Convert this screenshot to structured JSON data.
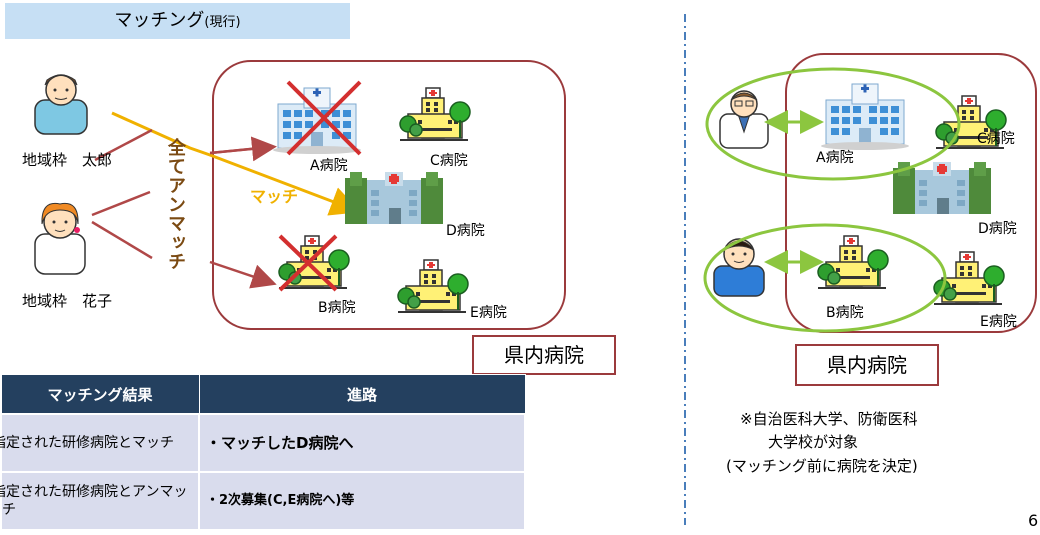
{
  "left": {
    "title_main": "マッチング",
    "title_sub": "(現行)",
    "persons": [
      {
        "label": "地域枠　太郎"
      },
      {
        "label": "地域枠　花子"
      }
    ],
    "vertical_label": "全てアンマッチ",
    "match_label": "マッチ",
    "hospitals": {
      "a": "A病院",
      "b": "B病院",
      "c": "C病院",
      "d": "D病院",
      "e": "E病院"
    },
    "prefectural_label": "県内病院",
    "table": {
      "headers": [
        "マッチング結果",
        "進路"
      ],
      "rows": [
        [
          "指定された研修病院とマッチ",
          "・マッチしたD病院へ"
        ],
        [
          "指定された研修病院とアンマッチ",
          "・2次募集(C,E病院へ)等"
        ]
      ]
    }
  },
  "right": {
    "hospitals": {
      "a": "A病院",
      "b": "B病院",
      "c": "C病院",
      "d": "D病院",
      "e": "E病院"
    },
    "prefectural_label": "県内病院",
    "note_lines": [
      "※自治医科大学、防衛医科",
      "大学校が対象",
      "(マッチング前に病院を決定)"
    ]
  },
  "page_number": "6",
  "colors": {
    "title_bg": "#c6dff4",
    "frame": "#9b3a3c",
    "arrow_orange": "#f0b100",
    "arrow_red": "#b04848",
    "ring_green": "#8cc63f",
    "table_header": "#24405f",
    "table_cell": "#d9dced",
    "divider": "#4a7ebb"
  }
}
